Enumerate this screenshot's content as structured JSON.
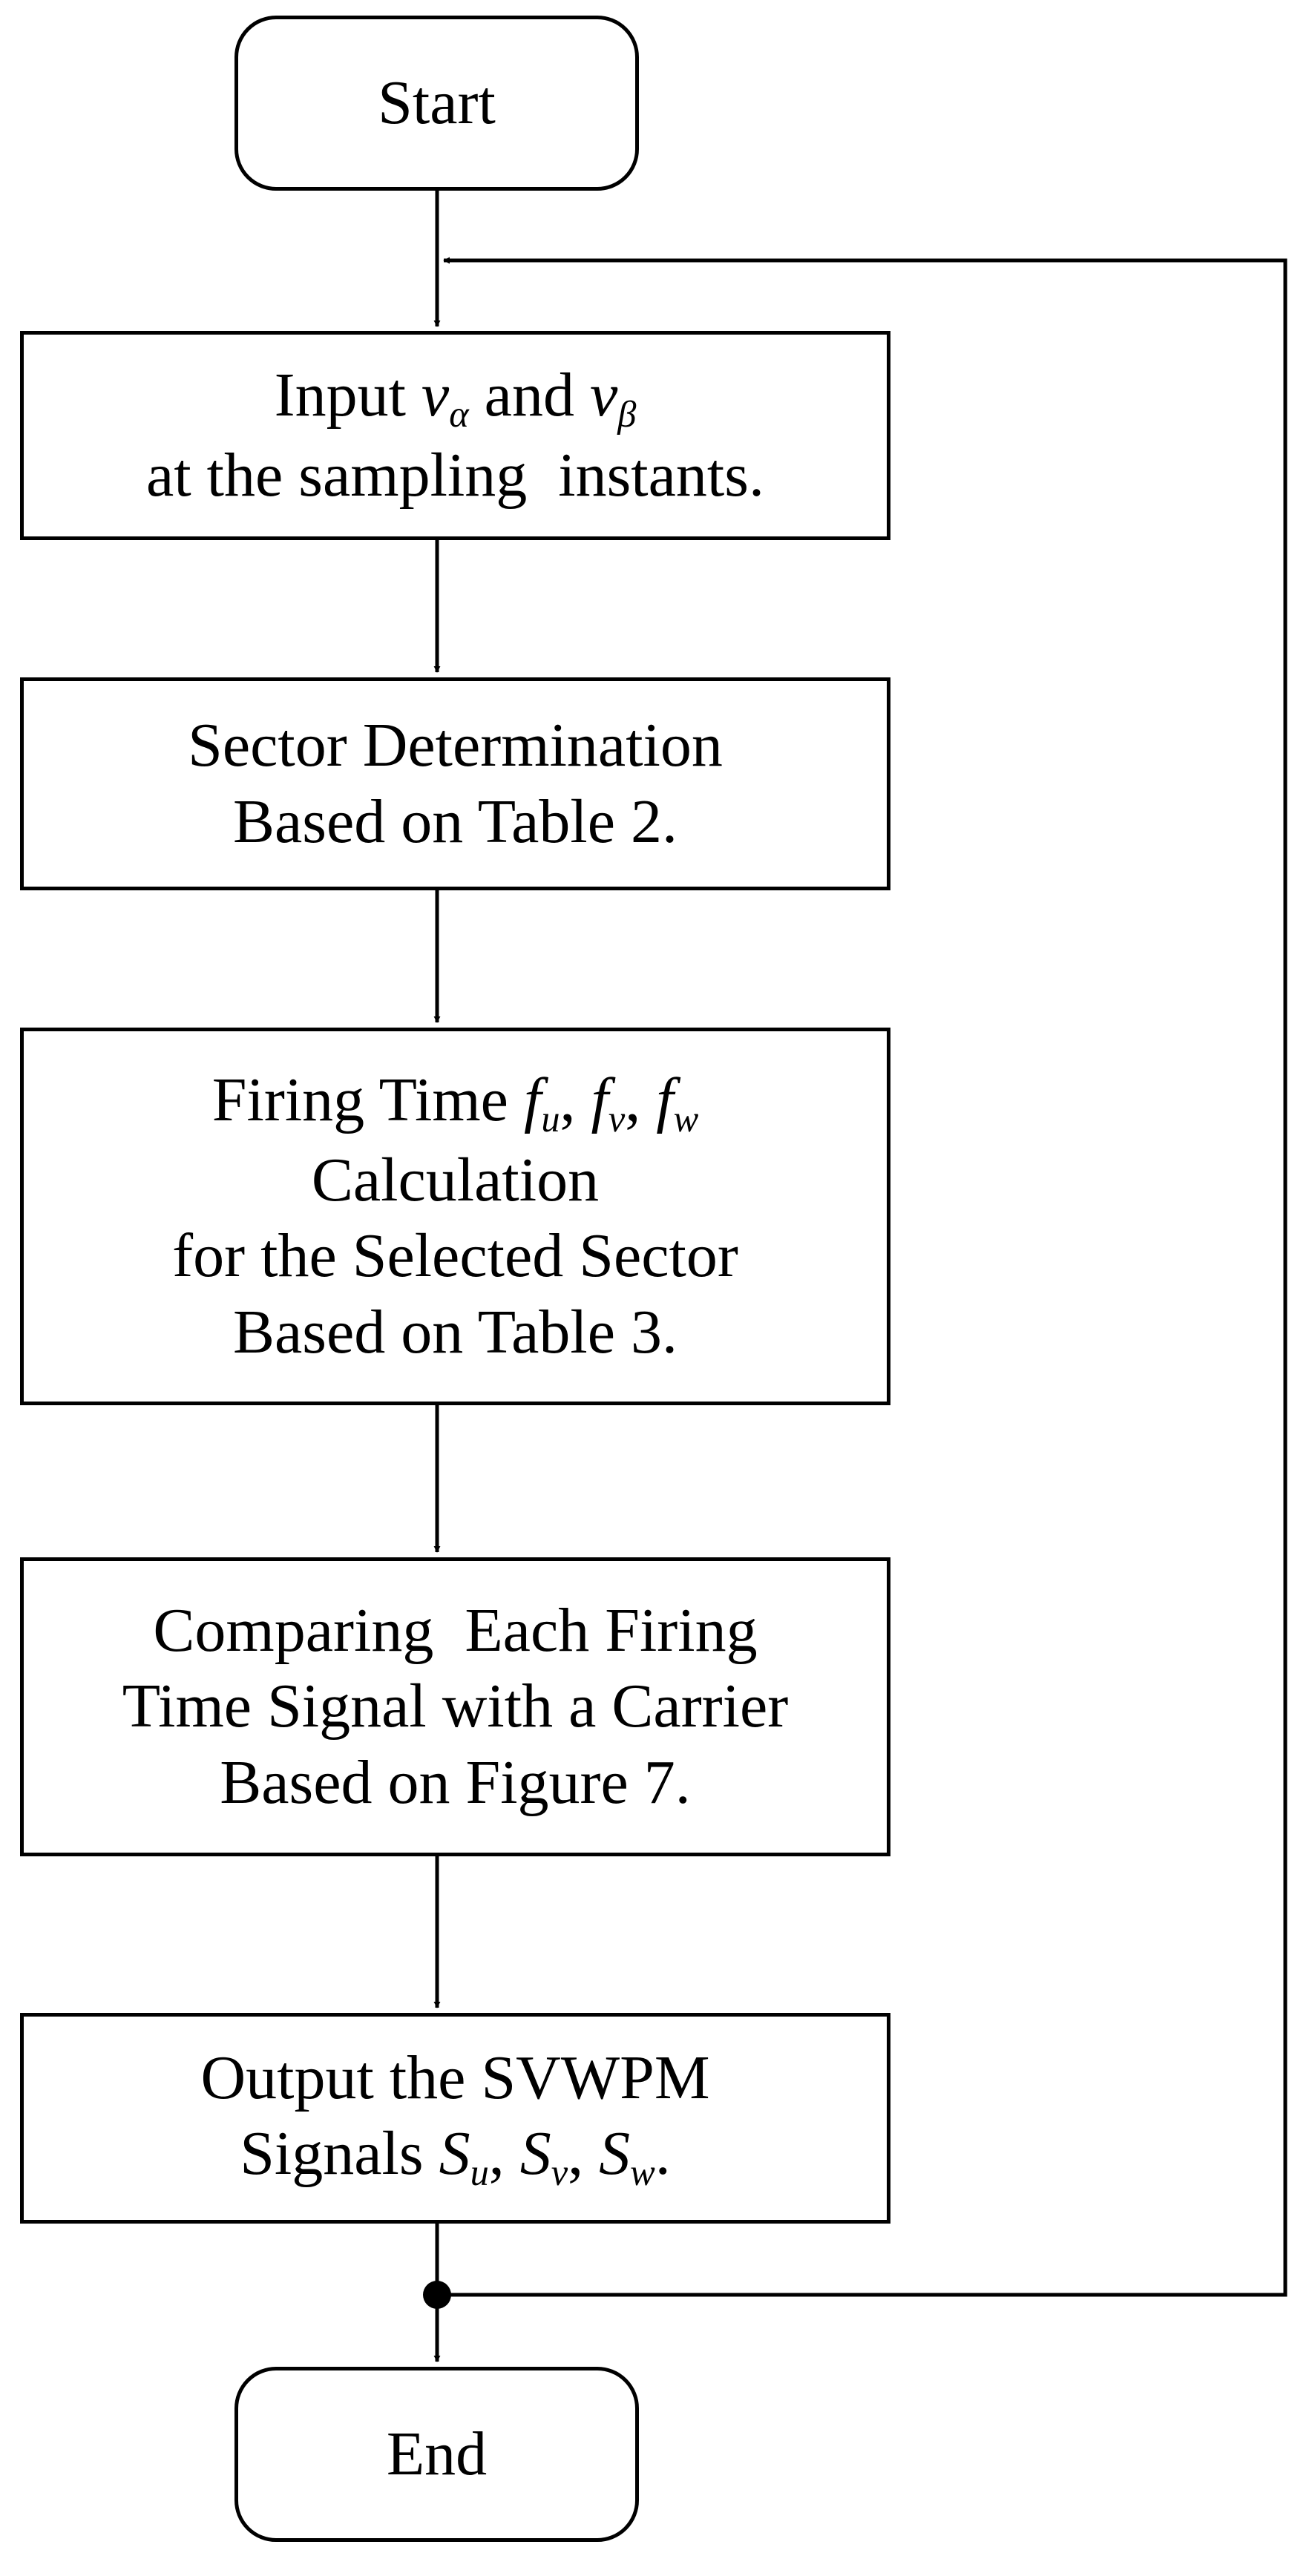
{
  "start": {
    "label": "Start"
  },
  "steps": [
    {
      "line1_prefix": "Input",
      "v1": "v",
      "v1_sub": "α",
      "line1_mid": "and",
      "v2": "v",
      "v2_sub": "β",
      "line2": "at the sampling  instants."
    },
    {
      "line1": "Sector Determination",
      "line2": "Based on Table 2."
    },
    {
      "line1_prefix": "Firing Time",
      "f": "f",
      "subs": [
        "u",
        "v",
        "w"
      ],
      "sep": ",",
      "line2": "Calculation",
      "line3": "for the Selected Sector",
      "line4": "Based on Table 3."
    },
    {
      "line1": "Comparing  Each Firing",
      "line2": "Time Signal with a Carrier",
      "line3": "Based on Figure 7."
    },
    {
      "line1": "Output the SVWPM",
      "line2_prefix": "Signals",
      "s": "S",
      "subs": [
        "u",
        "v",
        "w"
      ],
      "sep": ",",
      "end": "."
    }
  ],
  "end": {
    "label": "End"
  }
}
